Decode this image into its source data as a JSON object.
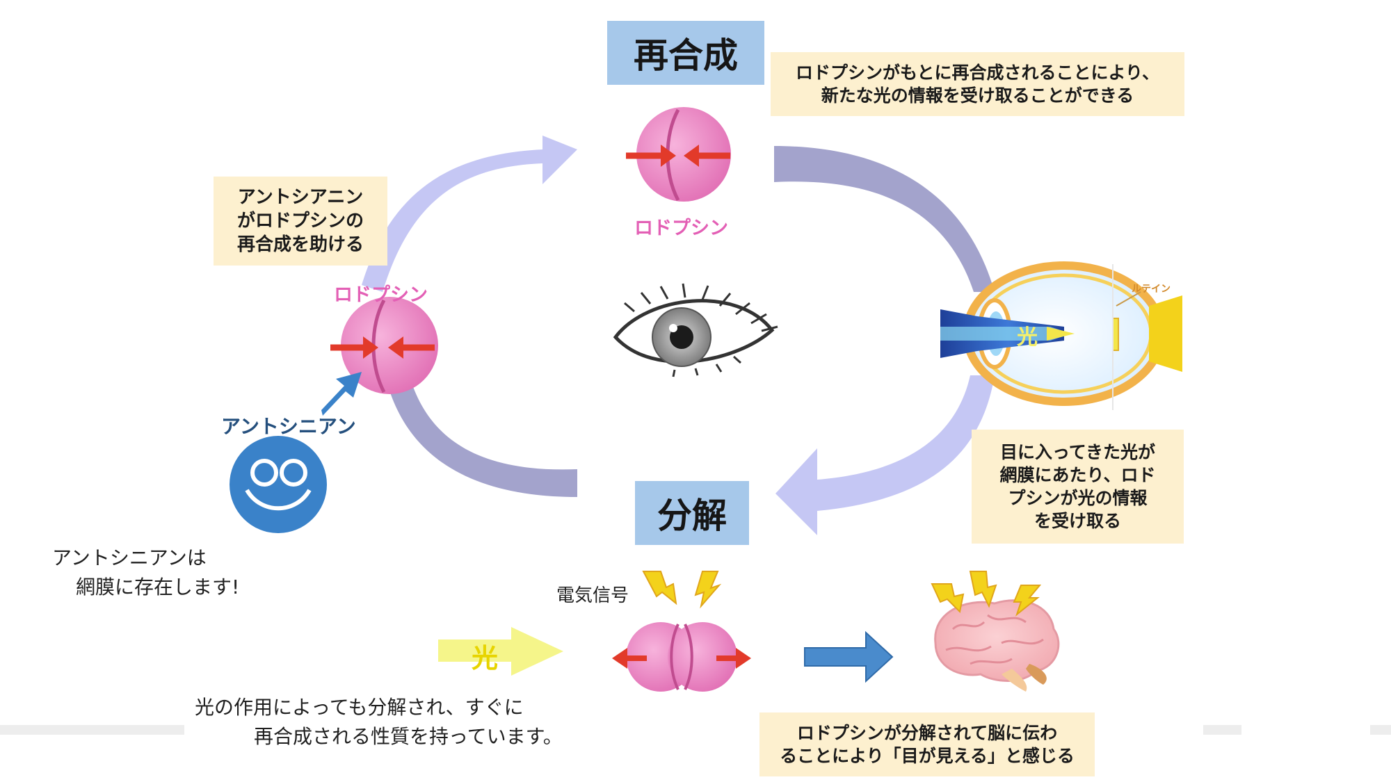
{
  "stages": {
    "resynthesis": "再合成",
    "decomposition": "分解"
  },
  "notes": {
    "resynthesis_note": [
      "ロドプシンがもとに再合成されることにより、",
      "新たな光の情報を受け取ることができる"
    ],
    "anthocyanin_help": [
      "アントシアニン",
      "がロドプシンの",
      "再合成を助ける"
    ],
    "light_to_retina": [
      "目に入ってきた光が",
      "網膜にあたり、ロド",
      "プシンが光の情報",
      "を受け取る"
    ],
    "brain_perception": [
      "ロドプシンが分解されて脳に伝わ",
      "ることにより「目が見える」と感じる"
    ]
  },
  "labels": {
    "rhodopsin_top": "ロドプシン",
    "rhodopsin_left": "ロドプシン",
    "anthocyanin": "アントシニアン",
    "lutein": "ルテイン",
    "light_in_eye": "光",
    "light_arrow": "光",
    "electric_signal": "電気信号"
  },
  "captions": {
    "anthocyanin_retina": [
      "アントシニアンは",
      "網膜に存在します!"
    ],
    "light_decomposition": [
      "光の作用によっても分解され、すぐに",
      "再合成される性質を持っています。"
    ]
  },
  "colors": {
    "header_bg": "#a6c8ea",
    "note_bg": "#fdf0cf",
    "cycle_arrow_light": "#c5c7f4",
    "cycle_arrow_dark": "#a3a3cc",
    "rhodopsin_pink": "#e87cbf",
    "rhodopsin_label": "#e35fb5",
    "arrow_red": "#e23a2a",
    "anthocyanin_blue": "#3a82c9",
    "light_yellow": "#f5f58a",
    "bolt_yellow": "#f3d21b"
  }
}
